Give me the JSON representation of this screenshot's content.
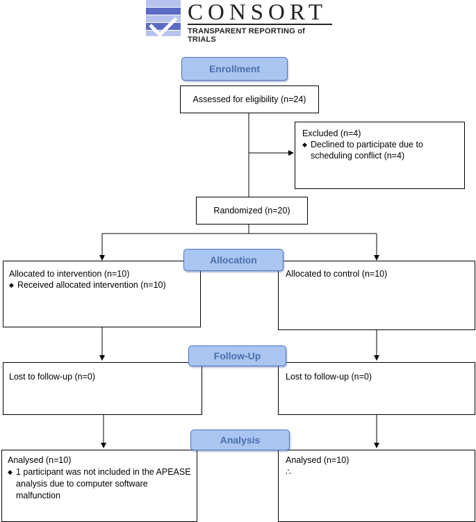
{
  "logo": {
    "word": "CONSORT",
    "subtitle": "TRANSPARENT REPORTING of TRIALS",
    "colors": {
      "dark": "#5b6bc4",
      "light": "#b7c3ec"
    }
  },
  "stages": {
    "enrollment": "Enrollment",
    "allocation": "Allocation",
    "follow_up": "Follow-Up",
    "analysis": "Analysis"
  },
  "boxes": {
    "assessed": "Assessed for eligibility (n=24)",
    "excluded": {
      "title": "Excluded (n=4)",
      "bullet": "Declined to participate due to scheduling conflict (n=4)"
    },
    "randomized": "Randomized (n=20)",
    "alloc_intervention": {
      "title": "Allocated to intervention (n=10)",
      "bullet": "Received allocated intervention (n=10)"
    },
    "alloc_control": {
      "title": "Allocated to control (n=10)"
    },
    "lost_left": "Lost to follow-up (n=0)",
    "lost_right": "Lost to follow-up (n=0)",
    "analysed_left": {
      "title": "Analysed  (n=10)",
      "bullet": "1 participant was not included in the APEASE analysis due to computer software malfunction"
    },
    "analysed_right": {
      "title": "Analysed  (n=10)",
      "note": "∴"
    }
  },
  "colors": {
    "stage_fill": "#aac5f0",
    "stage_border": "#4a73c4",
    "stage_text": "#4a6fae"
  }
}
